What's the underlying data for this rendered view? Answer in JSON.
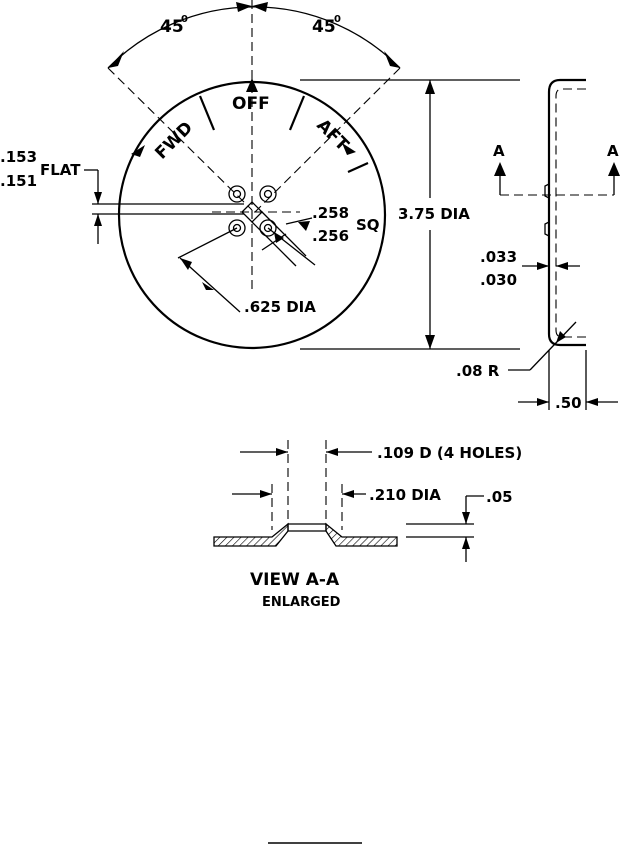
{
  "front_view": {
    "angle_left": "45",
    "angle_right": "45",
    "degree_mark": "0",
    "label_off": "OFF",
    "label_fwd": "FWD",
    "label_aft": "AFT",
    "flat_upper": ".153",
    "flat_lower": ".151",
    "flat_label": "FLAT",
    "sq_upper": ".258",
    "sq_lower": ".256",
    "sq_label": "SQ",
    "bolt_circle": ".625 DIA",
    "outer_dia": "3.75 DIA"
  },
  "side_view": {
    "section_left": "A",
    "section_right": "A",
    "thick_upper": ".033",
    "thick_lower": ".030",
    "radius": ".08 R",
    "depth": ".50"
  },
  "view_aa": {
    "hole_dim": ".109 D (4 HOLES)",
    "boss_dim": ".210 DIA",
    "offset_dim": ".05",
    "title": "VIEW  A-A",
    "subtitle": "ENLARGED"
  }
}
